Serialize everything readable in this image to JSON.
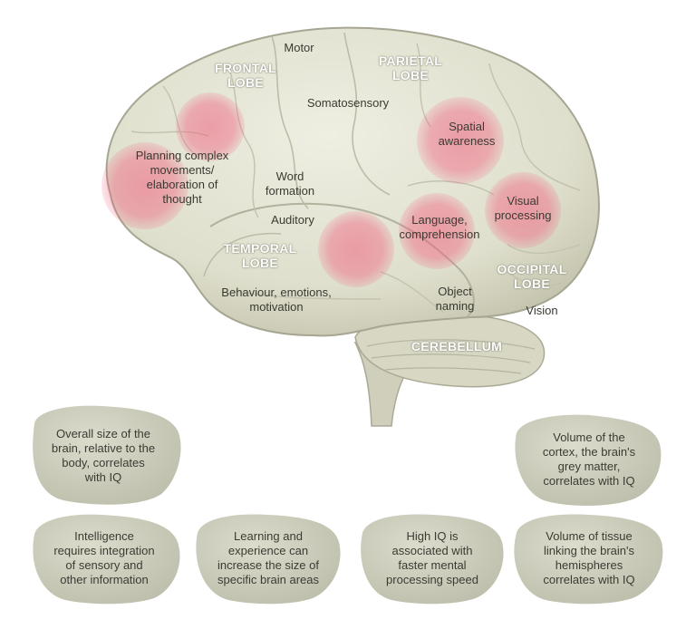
{
  "regions": {
    "motor": "Motor",
    "somatosensory": "Somatosensory",
    "planning": "Planning complex\nmovements/\nelaboration of\nthought",
    "word_formation": "Word\nformation",
    "auditory": "Auditory",
    "spatial": "Spatial\nawareness",
    "visual_processing": "Visual\nprocessing",
    "language": "Language,\ncomprehension",
    "behaviour": "Behaviour, emotions,\nmotivation",
    "object_naming": "Object\nnaming",
    "vision": "Vision"
  },
  "lobes": {
    "frontal": "FRONTAL\nLOBE",
    "parietal": "PARIETAL\nLOBE",
    "temporal": "TEMPORAL\nLOBE",
    "occipital": "OCCIPITAL\nLOBE",
    "cerebellum": "CEREBELLUM"
  },
  "facts": {
    "overall_size": "Overall size of the\nbrain, relative to the\nbody, correlates\nwith IQ",
    "cortex_volume": "Volume of the\ncortex, the brain's\ngrey matter,\ncorrelates with IQ",
    "integration": "Intelligence\nrequires integration\nof sensory and\nother information",
    "learning": "Learning and\nexperience can\nincrease the size of\nspecific brain areas",
    "processing_speed": "High IQ is\nassociated with\nfaster mental\nprocessing speed",
    "tissue_volume": "Volume of tissue\nlinking the brain's\nhemispheres\ncorrelates with IQ"
  },
  "colors": {
    "brain_fill": "#e4e4d4",
    "brain_shade": "#c9c9b4",
    "hotspot": "#f0607e",
    "fact_blob": "#cfcfbf"
  }
}
